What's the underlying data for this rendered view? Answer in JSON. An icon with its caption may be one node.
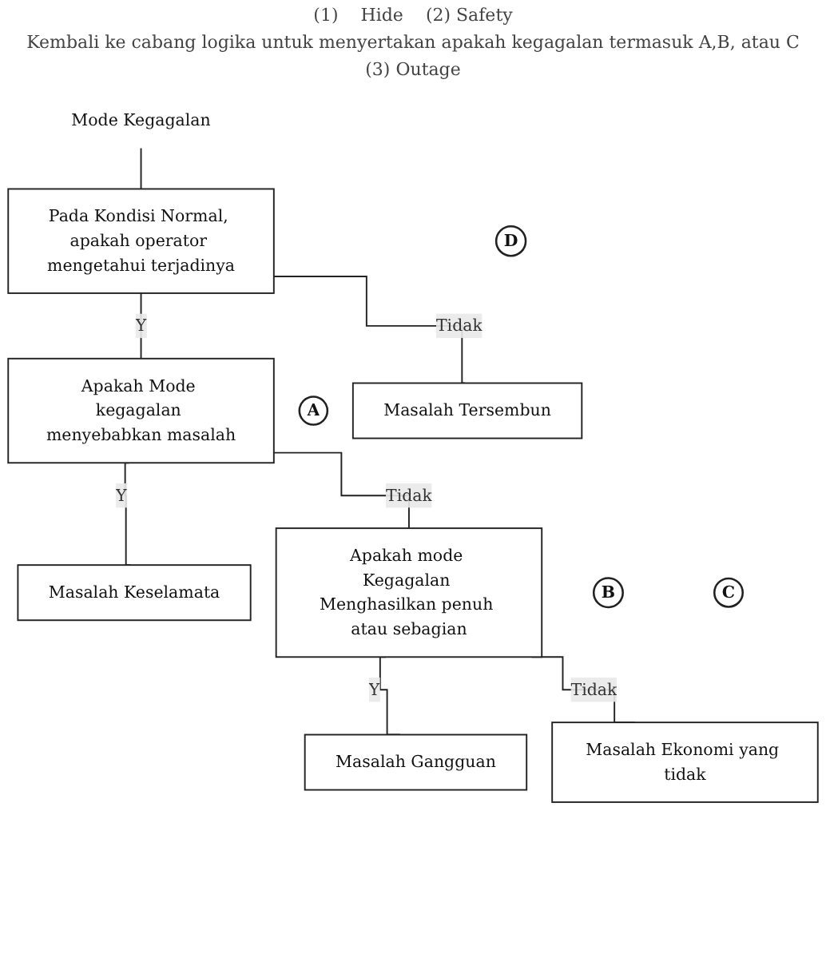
{
  "diagram": {
    "nodes": [
      {
        "text": [
          "Mode Kegagalan"
        ]
      },
      {
        "text": [
          "Pada Kondisi Normal, apakah operator mengetahui terjadinya"
        ]
      },
      {
        "text": [
          "Apakah Mode kegagalan menyebabkan masalah"
        ]
      },
      {
        "text": [
          "D"
        ]
      },
      {
        "text": [
          "Masalah Tersembun"
        ]
      },
      {
        "text": [
          "A"
        ]
      },
      {
        "text": [
          "Masalah Keselamata"
        ]
      },
      {
        "text": [
          "Apakah mode Kegagalan Menghasilkan penuh atau sebagian"
        ]
      },
      {
        "text": [
          "B"
        ]
      },
      {
        "text": [
          "C"
        ]
      },
      {
        "text": [
          "Masalah Gangguan"
        ]
      },
      {
        "text": [
          "Masalah Ekonomi yang tidak"
        ]
      }
    ],
    "edges": [
      {
        "from": 0,
        "to": 1,
        "arrow": "none"
      },
      {
        "from": 1,
        "to": 2,
        "arrow": "none",
        "label": "Y"
      },
      {
        "from": 1,
        "to": 4,
        "arrow": "none",
        "label": "Tidak"
      },
      {
        "from": 2,
        "to": 6,
        "arrow": "none",
        "label": "Y"
      },
      {
        "from": 2,
        "to": 7,
        "arrow": "none",
        "label": "Tidak"
      },
      {
        "from": 7,
        "to": 10,
        "arrow": "none",
        "label": "Y"
      },
      {
        "from": 7,
        "to": 11,
        "arrow": "none",
        "label": "Tidak"
      }
    ],
    "labels": [
      "(1)",
      "Hide",
      "(2) Safety",
      "Kembali ke cabang logika untuk menyertakan apakah kegagalan termasuk A,B, atau C",
      "(3) Outage"
    ]
  }
}
